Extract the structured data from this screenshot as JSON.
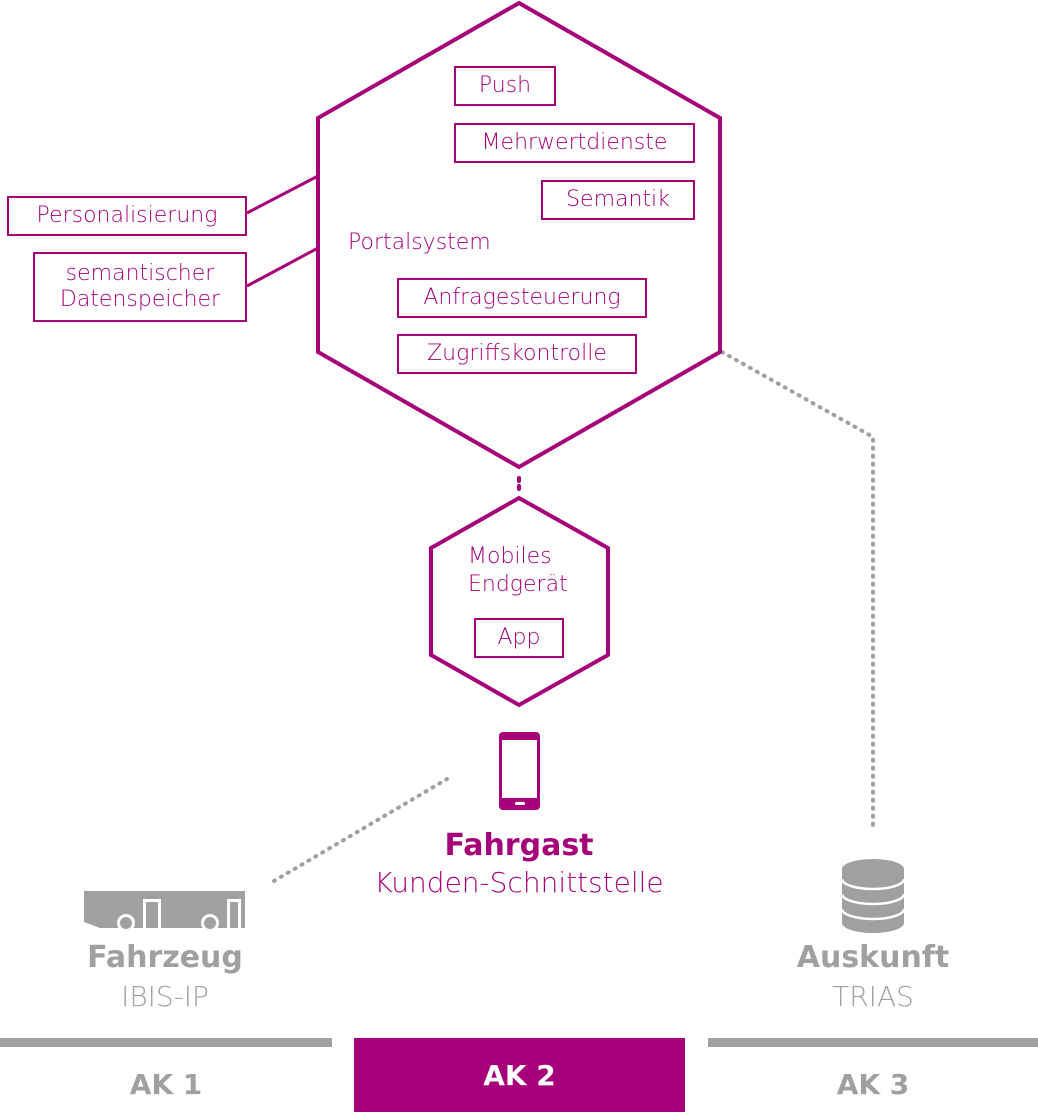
{
  "colors": {
    "accent": "#a5007a",
    "gray": "#a0a0a0",
    "white": "#ffffff"
  },
  "portal": {
    "label": "Portalsystem",
    "modules": [
      "Push",
      "Mehrwertdienste",
      "Semantik",
      "Anfragesteuerung",
      "Zugriffskontrolle"
    ],
    "external_modules": [
      "Personalisierung",
      "semantischer Datenspeicher"
    ]
  },
  "mobile": {
    "label_line1": "Mobiles",
    "label_line2": "Endgerät",
    "module": "App",
    "icon": "smartphone-icon"
  },
  "passenger": {
    "title": "Fahrgast",
    "subtitle": "Kunden-Schnittstelle"
  },
  "vehicle": {
    "title": "Fahrzeug",
    "subtitle": "IBIS-IP",
    "icon": "bus-icon"
  },
  "information": {
    "title": "Auskunft",
    "subtitle": "TRIAS",
    "icon": "database-icon"
  },
  "tabs": [
    {
      "label": "AK 1",
      "active": false
    },
    {
      "label": "AK 2",
      "active": true
    },
    {
      "label": "AK 3",
      "active": false
    }
  ]
}
